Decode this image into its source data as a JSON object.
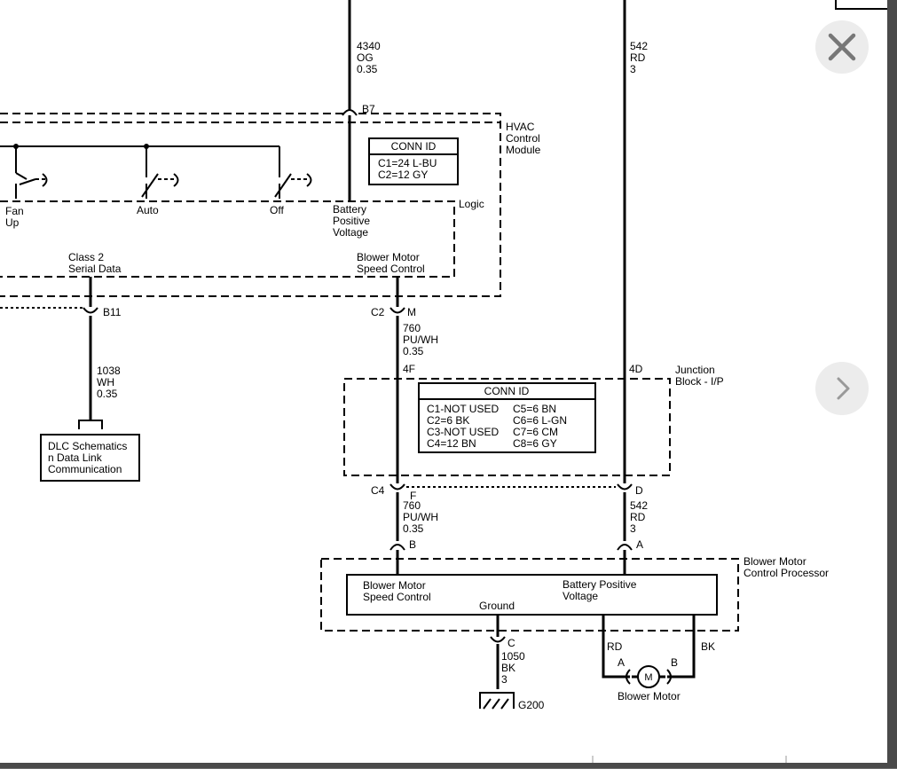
{
  "wires": {
    "og": {
      "circuit": "4340",
      "color": "OG",
      "gauge": "0.35"
    },
    "rd_top": {
      "circuit": "542",
      "color": "RD",
      "gauge": "3"
    },
    "wh": {
      "circuit": "1038",
      "color": "WH",
      "gauge": "0.35"
    },
    "pu_upper": {
      "circuit": "760",
      "color": "PU/WH",
      "gauge": "0.35"
    },
    "pu_lower": {
      "circuit": "760",
      "color": "PU/WH",
      "gauge": "0.35"
    },
    "rd_lower": {
      "circuit": "542",
      "color": "RD",
      "gauge": "3"
    },
    "bk": {
      "circuit": "1050",
      "color": "BK",
      "gauge": "3"
    }
  },
  "pins": {
    "b7": "B7",
    "b11": "B11",
    "c2": "C2",
    "m": "M",
    "four_f": "4F",
    "four_d": "4D",
    "c4": "C4",
    "f": "F",
    "d": "D",
    "b": "B",
    "a": "A",
    "c": "C"
  },
  "hvac": {
    "title": [
      "HVAC",
      "Control",
      "Module"
    ],
    "logic": "Logic",
    "conn_id_title": "CONN ID",
    "conn_id_lines": [
      "C1=24 L-BU",
      "C2=12 GY"
    ],
    "switches": {
      "fan": [
        "Fan",
        "Up"
      ],
      "auto": "Auto",
      "off": "Off"
    },
    "battery_label": [
      "Battery",
      "Positive",
      "Voltage"
    ],
    "class2_label": [
      "Class 2",
      "Serial Data"
    ],
    "blower_speed_label": [
      "Blower Motor",
      "Speed Control"
    ]
  },
  "junction": {
    "title": [
      "Junction",
      "Block - I/P"
    ],
    "conn_id_title": "CONN ID",
    "left_col": [
      "C1-NOT USED",
      "C2=6 BK",
      "C3-NOT USED",
      "C4=12 BN"
    ],
    "right_col": [
      "C5=6 BN",
      "C6=6 L-GN",
      "C7=6 CM",
      "C8=6 GY"
    ]
  },
  "dlc": {
    "lines": [
      "DLC Schematics",
      "n Data Link",
      "Communication"
    ]
  },
  "processor": {
    "title": [
      "Blower Motor",
      "Control Processor"
    ],
    "speed_control": [
      "Blower Motor",
      "Speed Control"
    ],
    "battery": [
      "Battery Positive",
      "Voltage"
    ],
    "ground": "Ground"
  },
  "motor": {
    "label": "Blower Motor",
    "symbol": "M",
    "pin_a": "A",
    "pin_b": "B",
    "rd": "RD",
    "bk": "BK"
  },
  "ground_ref": "G200",
  "overlay": {
    "close_icon": "close-icon",
    "next_icon": "chevron-right-icon"
  }
}
